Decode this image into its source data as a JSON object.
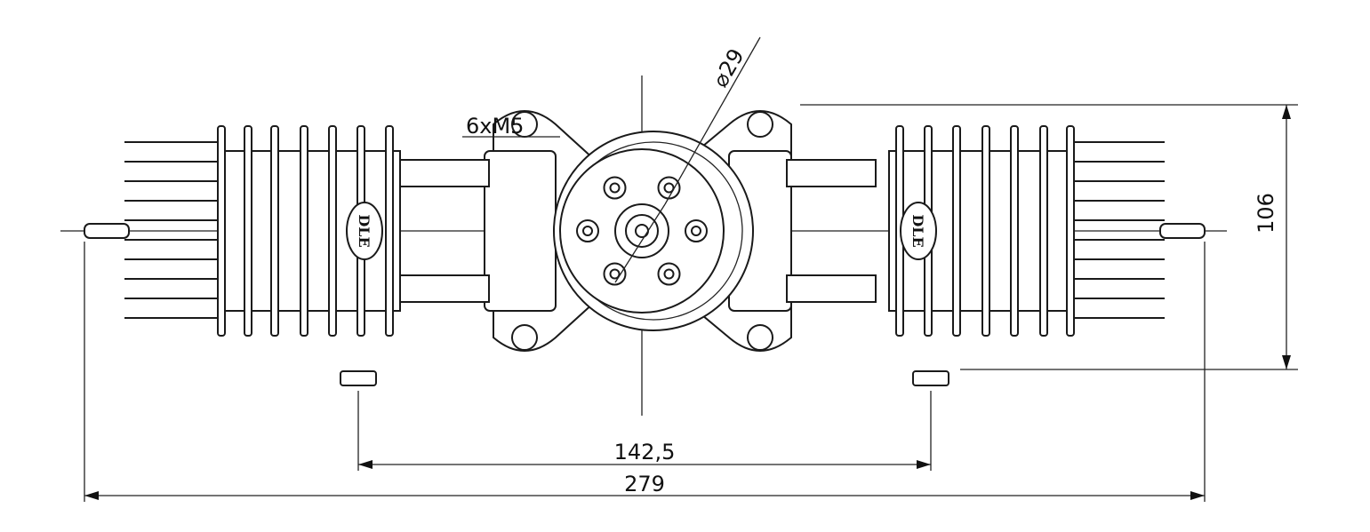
{
  "drawing": {
    "logo_text": "DLE",
    "dimensions": {
      "diameter": "⌀29",
      "bolts": "6xM5",
      "height": "106",
      "mount_spacing": "142,5",
      "overall_width": "279"
    }
  }
}
